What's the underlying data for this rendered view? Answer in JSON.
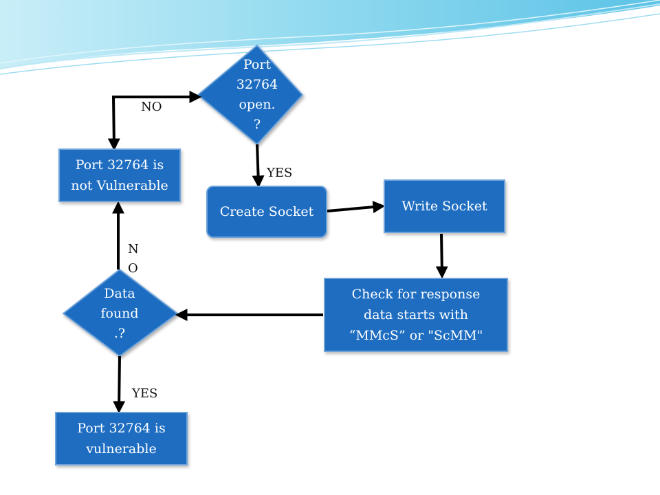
{
  "colors": {
    "node_fill": "#1e6dc1",
    "node_border": "#6ea3da",
    "arrow": "#000000",
    "banner": "#7fd2ec"
  },
  "nodes": {
    "port_open_decision": {
      "line1": "Port",
      "line2": "32764",
      "line3": "open.",
      "line4": "?"
    },
    "not_vulnerable": {
      "line1": "Port 32764 is",
      "line2": "not Vulnerable"
    },
    "create_socket": {
      "label": "Create Socket"
    },
    "write_socket": {
      "label": "Write Socket"
    },
    "check_response": {
      "line1": "Check for response",
      "line2": "data starts with",
      "line3": "“MMcS” or \"ScMM\""
    },
    "data_found_decision": {
      "line1": "Data",
      "line2": "found",
      "line3": ".?"
    },
    "vulnerable": {
      "line1": "Port 32764 is",
      "line2": "vulnerable"
    }
  },
  "edge_labels": {
    "no_top": "NO",
    "yes_top": "YES",
    "no_vertical_1": "N",
    "no_vertical_2": "O",
    "yes_bottom": "YES"
  }
}
